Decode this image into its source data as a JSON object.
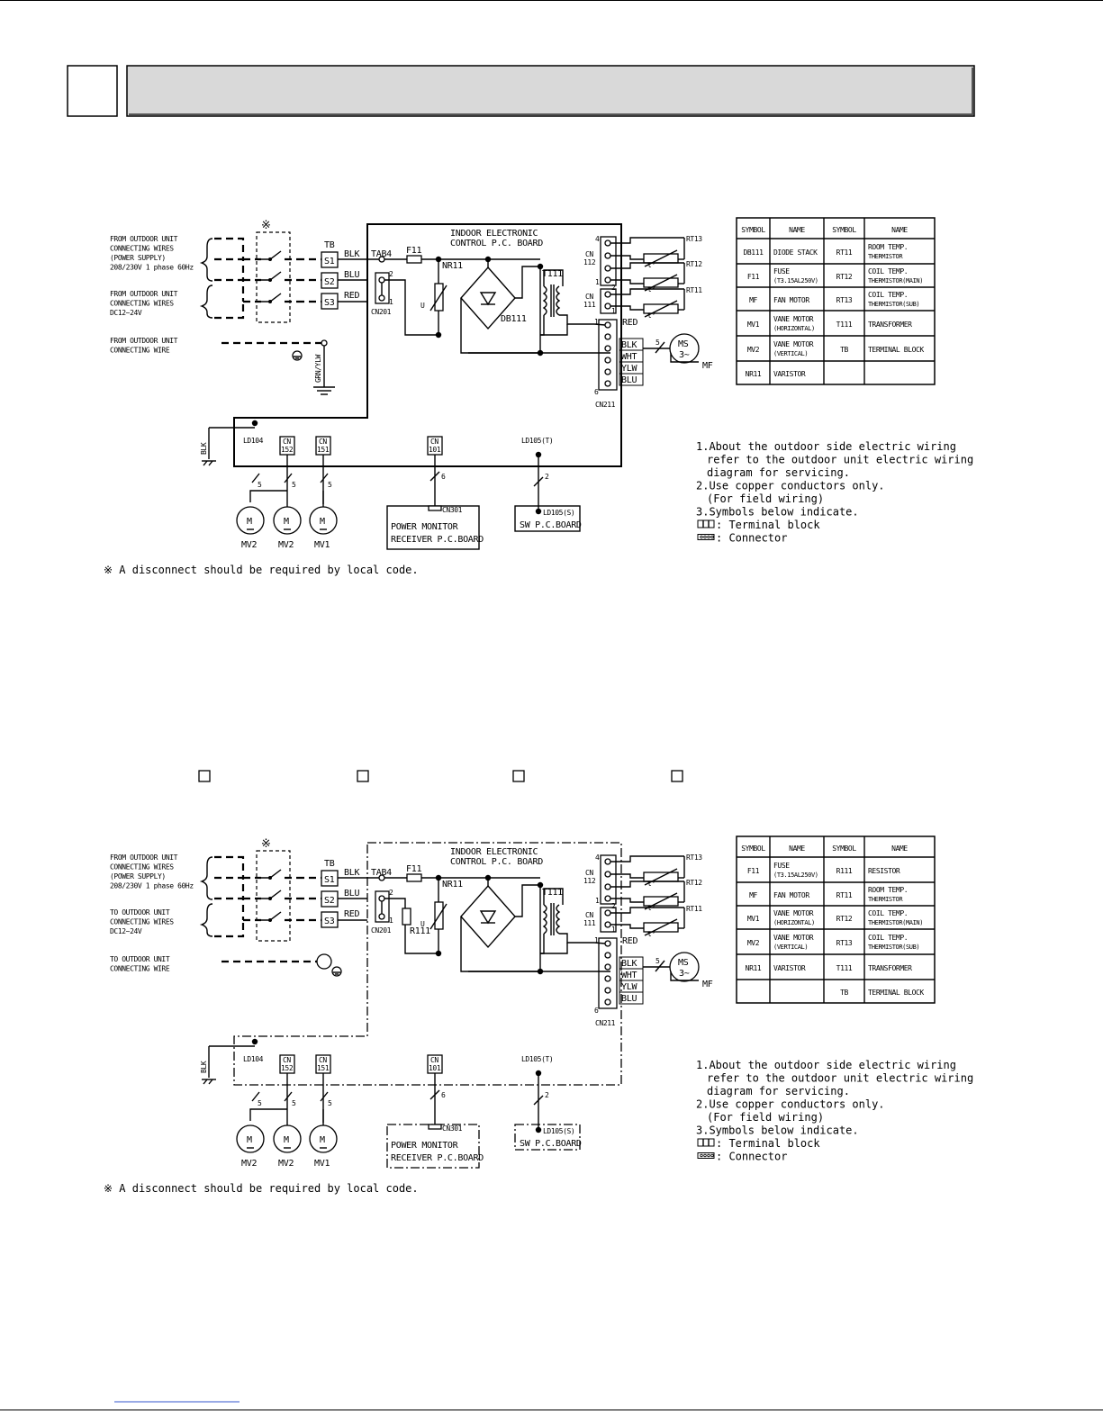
{
  "header": {
    "box_label": "",
    "banner_text": ""
  },
  "diagrams": [
    {
      "left_labels": {
        "power_supply": [
          "FROM OUTDOOR UNIT",
          "CONNECTING WIRES",
          "(POWER SUPPLY)",
          "208/230V 1 phase 60Hz"
        ],
        "signal": [
          "FROM OUTDOOR UNIT",
          "CONNECTING WIRES",
          "DC12~24V"
        ],
        "ground": [
          "FROM OUTDOOR UNIT",
          "CONNECTING WIRE"
        ],
        "ground_wire": "GRN/YLW"
      },
      "board_title": [
        "INDOOR ELECTRONIC",
        "CONTROL P.C. BOARD"
      ],
      "terminals": {
        "tb": "TB",
        "s1": "S1",
        "s2": "S2",
        "s3": "S3"
      },
      "wires": {
        "blk": "BLK",
        "blu": "BLU",
        "red": "RED",
        "wht": "WHT",
        "ylw": "YLW"
      },
      "parts": {
        "tab4": "TAB4",
        "f11": "F11",
        "nr11": "NR11",
        "u": "U",
        "db111": "DB111",
        "t111": "T111",
        "cn201": "CN201",
        "cn211": "CN211",
        "cn112": [
          "CN",
          "112"
        ],
        "cn111": [
          "CN",
          "111"
        ],
        "rt13": "RT13",
        "rt12": "RT12",
        "rt11": "RT11",
        "ms": [
          "MS",
          "3~"
        ],
        "mf": "MF",
        "five": "5",
        "six": "6",
        "two": "2",
        "one": "1",
        "four": "4",
        "t_deg": "t°"
      },
      "bottom": {
        "blk": "BLK",
        "ld104": "LD104",
        "cn152": [
          "CN",
          "152"
        ],
        "cn151": [
          "CN",
          "151"
        ],
        "cn101": [
          "CN",
          "101"
        ],
        "ld105t": "LD105(T)",
        "m": "M",
        "mv2a": "MV2",
        "mv2b": "MV2",
        "mv1": "MV1",
        "cn301": "CN301",
        "pm": [
          "POWER MONITOR",
          "RECEIVER P.C.BOARD"
        ],
        "ld105s": "LD105(S)",
        "sw": "SW P.C.BOARD"
      },
      "table": {
        "headers": [
          "SYMBOL",
          "NAME",
          "SYMBOL",
          "NAME"
        ],
        "rows": [
          [
            "DB111",
            "DIODE STACK",
            "RT11",
            "ROOM TEMP.|THERMISTOR"
          ],
          [
            "F11",
            "FUSE|(T3.15AL250V)",
            "RT12",
            "COIL TEMP.|THERMISTOR(MAIN)"
          ],
          [
            "MF",
            "FAN MOTOR",
            "RT13",
            "COIL TEMP.|THERMISTOR(SUB)"
          ],
          [
            "MV1",
            "VANE MOTOR|(HORIZONTAL)",
            "T111",
            "TRANSFORMER"
          ],
          [
            "MV2",
            "VANE MOTOR|(VERTICAL)",
            "TB",
            "TERMINAL BLOCK"
          ],
          [
            "NR11",
            "VARISTOR",
            "",
            ""
          ]
        ]
      },
      "notes": [
        "1.About the outdoor side electric wiring",
        "refer to the outdoor unit electric wiring",
        "diagram for servicing.",
        "2.Use copper conductors only.",
        "(For field wiring)",
        "3.Symbols below indicate.",
        ": Terminal block",
        ": Connector"
      ],
      "disconnect_note": "※ A disconnect should be required by local code.",
      "asterisk": "※"
    },
    {
      "left_labels": {
        "power_supply": [
          "FROM OUTDOOR UNIT",
          "CONNECTING WIRES",
          "(POWER SUPPLY)",
          "208/230V 1 phase 60Hz"
        ],
        "signal": [
          "TO OUTDOOR UNIT",
          "CONNECTING WIRES",
          "DC12~24V"
        ],
        "ground": [
          "TO OUTDOOR UNIT",
          "CONNECTING WIRE"
        ],
        "ground_wire": ""
      },
      "board_title": [
        "INDOOR ELECTRONIC",
        "CONTROL P.C. BOARD"
      ],
      "terminals": {
        "tb": "TB",
        "s1": "S1",
        "s2": "S2",
        "s3": "S3"
      },
      "wires": {
        "blk": "BLK",
        "blu": "BLU",
        "red": "RED",
        "wht": "WHT",
        "ylw": "YLW"
      },
      "parts": {
        "tab4": "TAB4",
        "f11": "F11",
        "nr11": "NR11",
        "u": "U",
        "r111": "R111",
        "t111": "T111",
        "cn201": "CN201",
        "cn211": "CN211",
        "cn112": [
          "CN",
          "112"
        ],
        "cn111": [
          "CN",
          "111"
        ],
        "rt13": "RT13",
        "rt12": "RT12",
        "rt11": "RT11",
        "ms": [
          "MS",
          "3~"
        ],
        "mf": "MF",
        "five": "5",
        "six": "6",
        "two": "2",
        "one": "1",
        "four": "4",
        "t_deg": "t°"
      },
      "bottom": {
        "blk": "BLK",
        "ld104": "LD104",
        "cn152": [
          "CN",
          "152"
        ],
        "cn151": [
          "CN",
          "151"
        ],
        "cn101": [
          "CN",
          "101"
        ],
        "ld105t": "LD105(T)",
        "m": "M",
        "mv2a": "MV2",
        "mv2b": "MV2",
        "mv1": "MV1",
        "cn301": "CN301",
        "pm": [
          "POWER MONITOR",
          "RECEIVER P.C.BOARD"
        ],
        "ld105s": "LD105(S)",
        "sw": "SW P.C.BOARD"
      },
      "table": {
        "headers": [
          "SYMBOL",
          "NAME",
          "SYMBOL",
          "NAME"
        ],
        "rows": [
          [
            "F11",
            "FUSE|(T3.15AL250V)",
            "R111",
            "RESISTOR"
          ],
          [
            "MF",
            "FAN MOTOR",
            "RT11",
            "ROOM TEMP.|THERMISTOR"
          ],
          [
            "MV1",
            "VANE MOTOR|(HORIZONTAL)",
            "RT12",
            "COIL TEMP.|THERMISTOR(MAIN)"
          ],
          [
            "MV2",
            "VANE MOTOR|(VERTICAL)",
            "RT13",
            "COIL TEMP.|THERMISTOR(SUB)"
          ],
          [
            "NR11",
            "VARISTOR",
            "T111",
            "TRANSFORMER"
          ],
          [
            "",
            "",
            "TB",
            "TERMINAL BLOCK"
          ]
        ]
      },
      "notes": [
        "1.About the outdoor side electric wiring",
        "refer to the outdoor unit electric wiring",
        "diagram for servicing.",
        "2.Use copper conductors only.",
        "(For field wiring)",
        "3.Symbols below indicate.",
        ": Terminal block",
        ": Connector"
      ],
      "disconnect_note": "※ A disconnect should be required by local code.",
      "asterisk": "※"
    }
  ],
  "checkboxes": [
    "",
    "",
    "",
    ""
  ]
}
